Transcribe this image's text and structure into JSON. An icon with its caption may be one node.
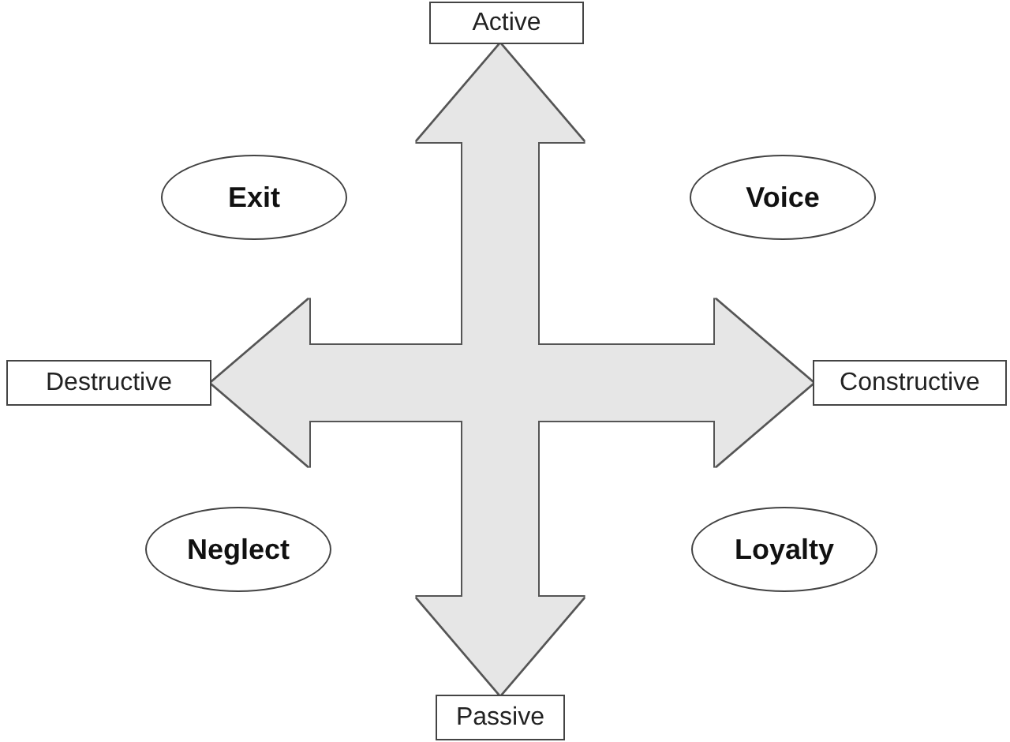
{
  "diagram": {
    "nodes": [
      {
        "text": [
          "Active"
        ]
      },
      {
        "text": [
          "Exit"
        ]
      },
      {
        "text": [
          "Voice"
        ]
      },
      {
        "text": [
          "Destructive"
        ]
      },
      {
        "text": [
          "Constructive"
        ]
      },
      {
        "text": [
          "Neglect"
        ]
      },
      {
        "text": [
          "Loyalty"
        ]
      },
      {
        "text": [
          "Passive"
        ]
      }
    ],
    "edges": [
      {
        "from": 0,
        "to": 7,
        "arrow": "both"
      },
      {
        "from": 3,
        "to": 4,
        "arrow": "both"
      }
    ]
  }
}
